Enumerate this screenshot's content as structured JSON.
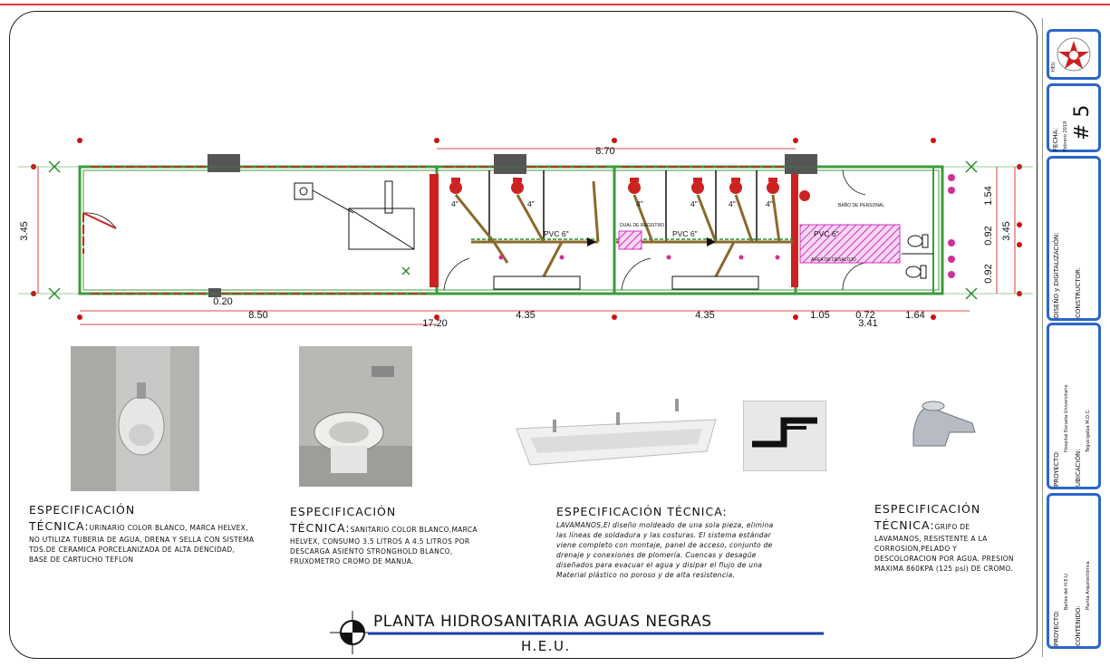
{
  "plan": {
    "dim_total_top": "8.70",
    "dim_left": "3.45",
    "dim_right_total": "3.45",
    "dim_right_a": "1.54",
    "dim_right_b": "0.92",
    "dim_right_c": "0.92",
    "dim_small": "0.20",
    "dims_bottom": [
      "8.50",
      "4.35",
      "4.35",
      "1.05",
      "0.72",
      "1.64"
    ],
    "dim_overall": "17.20",
    "dim_sub": "3.41",
    "pipe_labels": [
      "PVC 6\"",
      "PVC 6\"",
      "PVC 6\""
    ],
    "fixture_label": "4\"",
    "room_labels": [
      "BAÑO DE PERSONAL",
      "AREA DE DESALOJO",
      "DUAL DE REGISTRO"
    ]
  },
  "specs": [
    {
      "heading1": "ESPECIFICACIÓN",
      "heading2": "TÉCNICA:",
      "body": "URINARIO COLOR BLANCO, MARCA HELVEX, NO UTILIZA TUBERIA DE AGUA, DRENA Y SELLA CON SISTEMA TDS.DE CERAMICA PORCELANIZADA DE ALTA DENCIDAD, BASE DE CARTUCHO TEFLON"
    },
    {
      "heading1": "ESPECIFICACIÓN",
      "heading2": "TÉCNICA:",
      "body": "SANITARIO COLOR BLANCO,MARCA HELVEX, CONSUMO 3.5 LITROS A 4.5 LITROS POR DESCARGA ASIENTO STRONGHOLD BLANCO, FRUXOMETRO CROMO DE MANUA."
    },
    {
      "heading1": "ESPECIFICACIÓN TÉCNICA:",
      "heading2": "",
      "body": "LAVAMANOS,El diseño moldeado de una sola pieza, elimina las líneas de soldadura y las costuras. El sistema estándar viene completo con montaje, panel de acceso, conjunto de drenaje y conexiones de plomería. Cuencas y desagüe diseñados para evacuar el agua y disipar el flujo de una Material plástico no poroso y de alta resistencia."
    },
    {
      "heading1": "ESPECIFICACIÓN",
      "heading2": "TÉCNICA:",
      "body": "GRIFO DE LAVAMANOS, RESISTENTE A LA CORROSION,PELADO Y DESCOLORACION POR AGUA. PRESION MAXIMA 860KPA (125 psi) DE CROMO."
    }
  ],
  "title": {
    "main": "PLANTA  HIDROSANITARIA AGUAS NEGRAS",
    "sub": "H.E.U."
  },
  "titleblock": {
    "logo_text": "HEU",
    "fecha_label": "FECHA:",
    "fecha_value": "Febrero 2019",
    "sheet_no": "# 5",
    "diseno_label": "DISEÑO y DIGITALIZACIÓN:",
    "constructor_label": "CONSTRUCTOR:",
    "proyecto_label": "PROYECTO:",
    "proyecto_value": "Hospital Escuela Universitario",
    "ubicacion_label": "UBICACIÓN:",
    "ubicacion_value": "Tegucigalpa M.D.C.",
    "proyecto2_label": "PROYECTO:",
    "proyecto2_value": "Baños del H.E.U.",
    "contenido_label": "CONTENIDO:",
    "contenido_value": "Planta Arquitectónica"
  },
  "colors": {
    "wall": "#3c9a3c",
    "pipe": "#8a6a2a",
    "pipe_green": "#2e8b2e",
    "dim_red": "#cc1111",
    "fixture": "#d0309a",
    "hatch": "#d030c0",
    "frame_blue": "#2a66c8",
    "title_blue": "#1c3faa"
  }
}
